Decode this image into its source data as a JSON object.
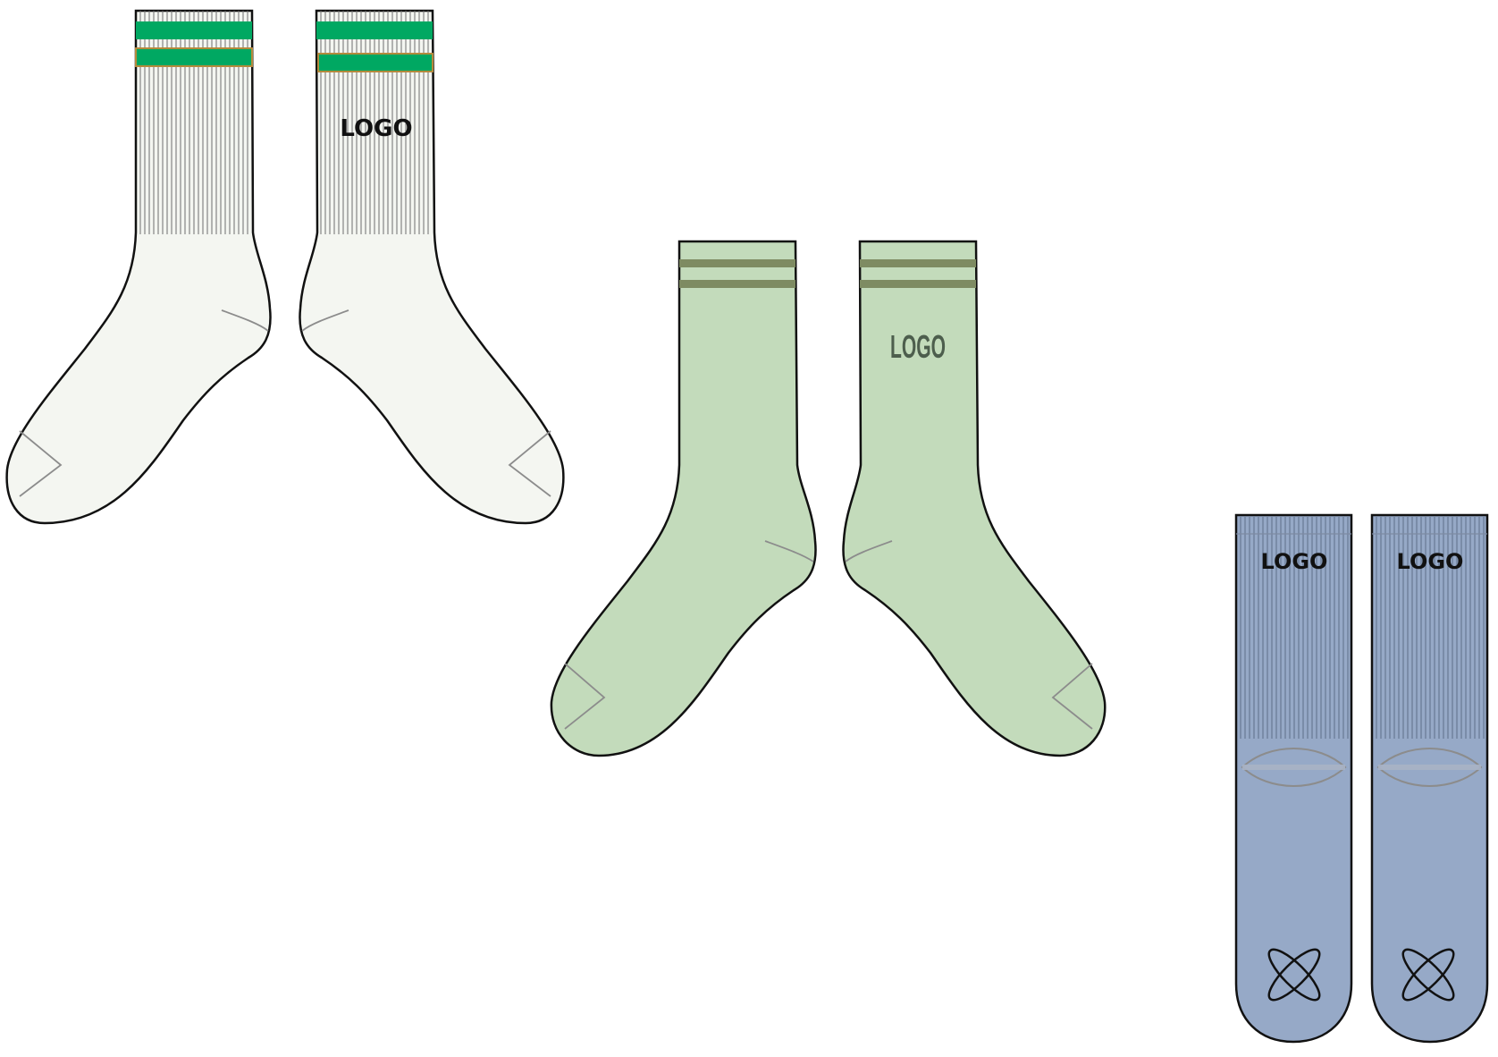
{
  "colors": {
    "background": "#ffffff",
    "outline": "#111111",
    "white_sock": "#f4f6f1",
    "green_stripe": "#00a862",
    "stripe_border": "#b48a3c",
    "green_sock": "#c3dbbb",
    "green_sock_stripe": "#7e8b62",
    "green_logo": "#4d5e4d",
    "blue_sock": "#96a9c7",
    "rib_line": "#6e6e6e",
    "heel_line": "#8c8c8c"
  },
  "pairs": [
    {
      "id": "white-crew-pair",
      "logo": "LOGO"
    },
    {
      "id": "green-crew-pair",
      "logo": "LOGO"
    },
    {
      "id": "blue-tube-pair",
      "logo_left": "LOGO",
      "logo_right": "LOGO"
    }
  ],
  "icons": {
    "toe_mark": "cross-loop-icon"
  }
}
